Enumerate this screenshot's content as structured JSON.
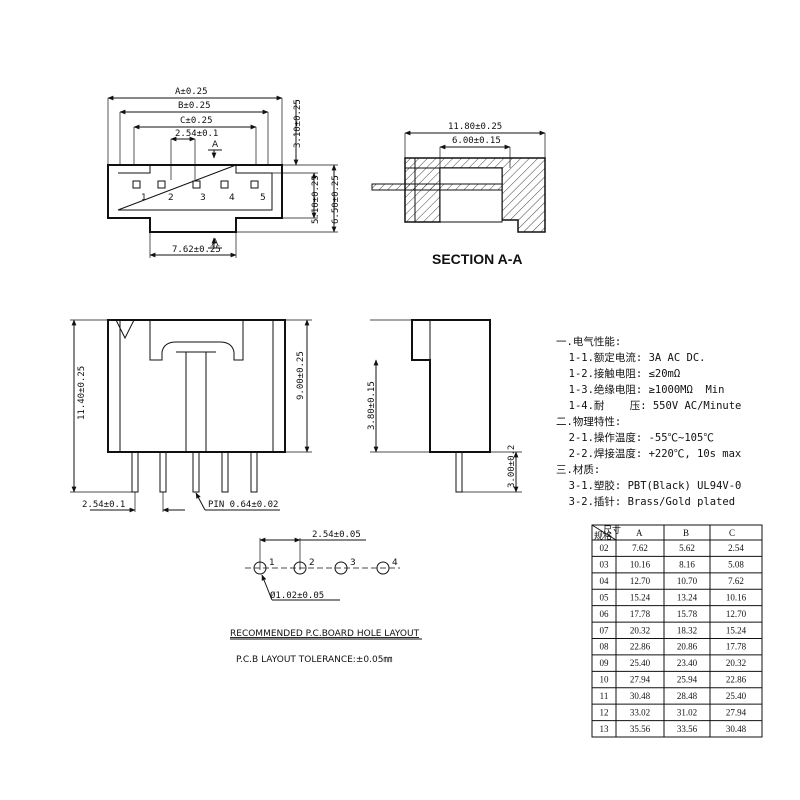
{
  "top_view": {
    "dim_a": "A±0.25",
    "dim_b": "B±0.25",
    "dim_c": "C±0.25",
    "dim_pitch": "2.54±0.1",
    "section_marker": "A",
    "dim_310": "3.10±0.25",
    "dim_510": "5.10±0.25",
    "dim_650": "6.50±0.25",
    "dim_762": "7.62±0.25",
    "pin_numbers": [
      "1",
      "2",
      "3",
      "4",
      "5"
    ]
  },
  "section_view": {
    "dim_1180": "11.80±0.25",
    "dim_600": "6.00±0.15",
    "title": "SECTION A-A"
  },
  "front_view": {
    "dim_1140": "11.40±0.25",
    "dim_900": "9.00±0.25",
    "dim_pitch": "2.54±0.1",
    "pin_label": "PIN 0.64±0.02"
  },
  "side_view": {
    "dim_380": "3.80±0.15",
    "dim_300": "3.00±0.2"
  },
  "pcb_layout": {
    "dim_pitch": "2.54±0.05",
    "dim_hole": "Ø1.02±0.05",
    "hole_numbers": [
      "1",
      "2",
      "3",
      "4"
    ],
    "title": "RECOMMENDED P.C.BOARD HOLE LAYOUT",
    "tolerance": "P.C.B LAYOUT TOLERANCE:±0.05㎜"
  },
  "specs": {
    "lines": [
      "一.电气性能:",
      "  1-1.额定电流: 3A AC DC.",
      "  1-2.接触电阻: ≤20mΩ",
      "  1-3.绝缘电阻: ≥1000MΩ  Min",
      "  1-4.耐    压: 550V AC/Minute",
      "二.物理特性:",
      "  2-1.操作温度: -55℃~105℃",
      "  2-2.焊接温度: +220℃, 10s max",
      "三.材质:",
      "  3-1.塑胶: PBT(Black) UL94V-0",
      "  3-2.插针: Brass/Gold plated"
    ]
  },
  "table": {
    "corner_top": "尺寸",
    "corner_bottom": "规格",
    "headers": [
      "A",
      "B",
      "C"
    ],
    "rows": [
      [
        "02",
        "7.62",
        "5.62",
        "2.54"
      ],
      [
        "03",
        "10.16",
        "8.16",
        "5.08"
      ],
      [
        "04",
        "12.70",
        "10.70",
        "7.62"
      ],
      [
        "05",
        "15.24",
        "13.24",
        "10.16"
      ],
      [
        "06",
        "17.78",
        "15.78",
        "12.70"
      ],
      [
        "07",
        "20.32",
        "18.32",
        "15.24"
      ],
      [
        "08",
        "22.86",
        "20.86",
        "17.78"
      ],
      [
        "09",
        "25.40",
        "23.40",
        "20.32"
      ],
      [
        "10",
        "27.94",
        "25.94",
        "22.86"
      ],
      [
        "11",
        "30.48",
        "28.48",
        "25.40"
      ],
      [
        "12",
        "33.02",
        "31.02",
        "27.94"
      ],
      [
        "13",
        "35.56",
        "33.56",
        "30.48"
      ]
    ]
  }
}
